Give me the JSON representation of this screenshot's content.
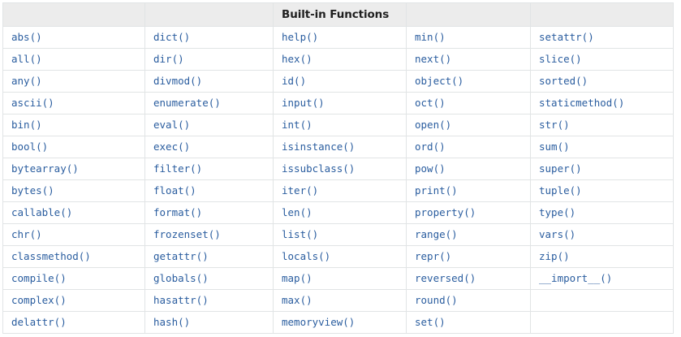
{
  "table": {
    "header": {
      "title": "Built-in Functions",
      "title_column_index": 2,
      "cells": [
        "",
        "",
        "Built-in Functions",
        "",
        ""
      ]
    },
    "columns": 5,
    "rows": [
      [
        "abs()",
        "dict()",
        "help()",
        "min()",
        "setattr()"
      ],
      [
        "all()",
        "dir()",
        "hex()",
        "next()",
        "slice()"
      ],
      [
        "any()",
        "divmod()",
        "id()",
        "object()",
        "sorted()"
      ],
      [
        "ascii()",
        "enumerate()",
        "input()",
        "oct()",
        "staticmethod()"
      ],
      [
        "bin()",
        "eval()",
        "int()",
        "open()",
        "str()"
      ],
      [
        "bool()",
        "exec()",
        "isinstance()",
        "ord()",
        "sum()"
      ],
      [
        "bytearray()",
        "filter()",
        "issubclass()",
        "pow()",
        "super()"
      ],
      [
        "bytes()",
        "float()",
        "iter()",
        "print()",
        "tuple()"
      ],
      [
        "callable()",
        "format()",
        "len()",
        "property()",
        "type()"
      ],
      [
        "chr()",
        "frozenset()",
        "list()",
        "range()",
        "vars()"
      ],
      [
        "classmethod()",
        "getattr()",
        "locals()",
        "repr()",
        "zip()"
      ],
      [
        "compile()",
        "globals()",
        "map()",
        "reversed()",
        "__import__()"
      ],
      [
        "complex()",
        "hasattr()",
        "max()",
        "round()",
        ""
      ],
      [
        "delattr()",
        "hash()",
        "memoryview()",
        "set()",
        ""
      ]
    ]
  },
  "colors": {
    "link": "#2a5d9f",
    "header_background": "#ececec",
    "header_text": "#1f1f1f",
    "border": "#e1e4e5",
    "page_background": "#ffffff"
  }
}
